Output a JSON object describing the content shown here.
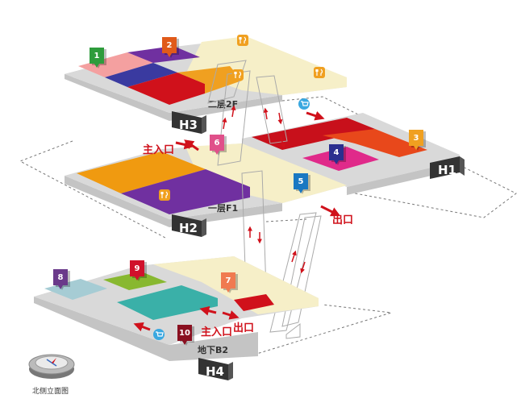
{
  "floors": {
    "f2": {
      "label": "二层2F",
      "badge": "H3"
    },
    "f1": {
      "label": "一层F1",
      "badge": "H2"
    },
    "b2": {
      "label": "地下B2",
      "badge": "H4"
    }
  },
  "badges": {
    "h1": "H1"
  },
  "labels": {
    "main_entrance_f1": "主入口",
    "exit_f1": "出口",
    "main_entrance_b2": "主入口",
    "exit_b2": "出口"
  },
  "shops": [
    {
      "number": "1",
      "color": "#2e9c3c"
    },
    {
      "number": "2",
      "color": "#e05a1a"
    },
    {
      "number": "3",
      "color": "#f0a020"
    },
    {
      "number": "4",
      "color": "#2b2f8f"
    },
    {
      "number": "5",
      "color": "#1a78c2"
    },
    {
      "number": "6",
      "color": "#e0508a"
    },
    {
      "number": "7",
      "color": "#f07a50"
    },
    {
      "number": "8",
      "color": "#6a3a8a"
    },
    {
      "number": "9",
      "color": "#d0112b"
    },
    {
      "number": "10",
      "color": "#8a1020"
    }
  ],
  "icons": {
    "dining": "fork-knife-icon",
    "cart": "shopping-cart-icon",
    "compass": "compass-icon"
  },
  "compass": {
    "label": "北侧立面图"
  },
  "colors": {
    "accent_red": "#d0111b",
    "floor_base": "#d4d4d4",
    "floor_top": "#f6efc8",
    "badge_dark": "#333333"
  }
}
